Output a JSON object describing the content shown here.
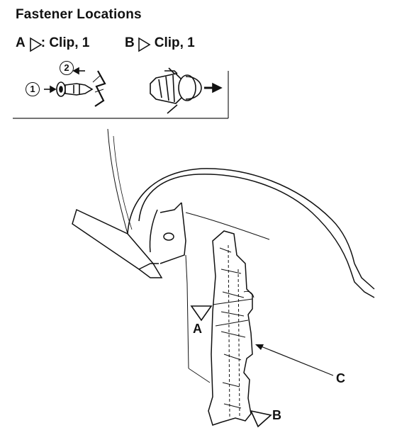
{
  "title": "Fastener Locations",
  "legend": [
    {
      "letter": "A",
      "text": ": Clip, 1"
    },
    {
      "letter": "B",
      "text": "Clip, 1"
    }
  ],
  "steps": [
    "1",
    "2"
  ],
  "callouts": {
    "a": "A",
    "b": "B",
    "c": "C"
  }
}
